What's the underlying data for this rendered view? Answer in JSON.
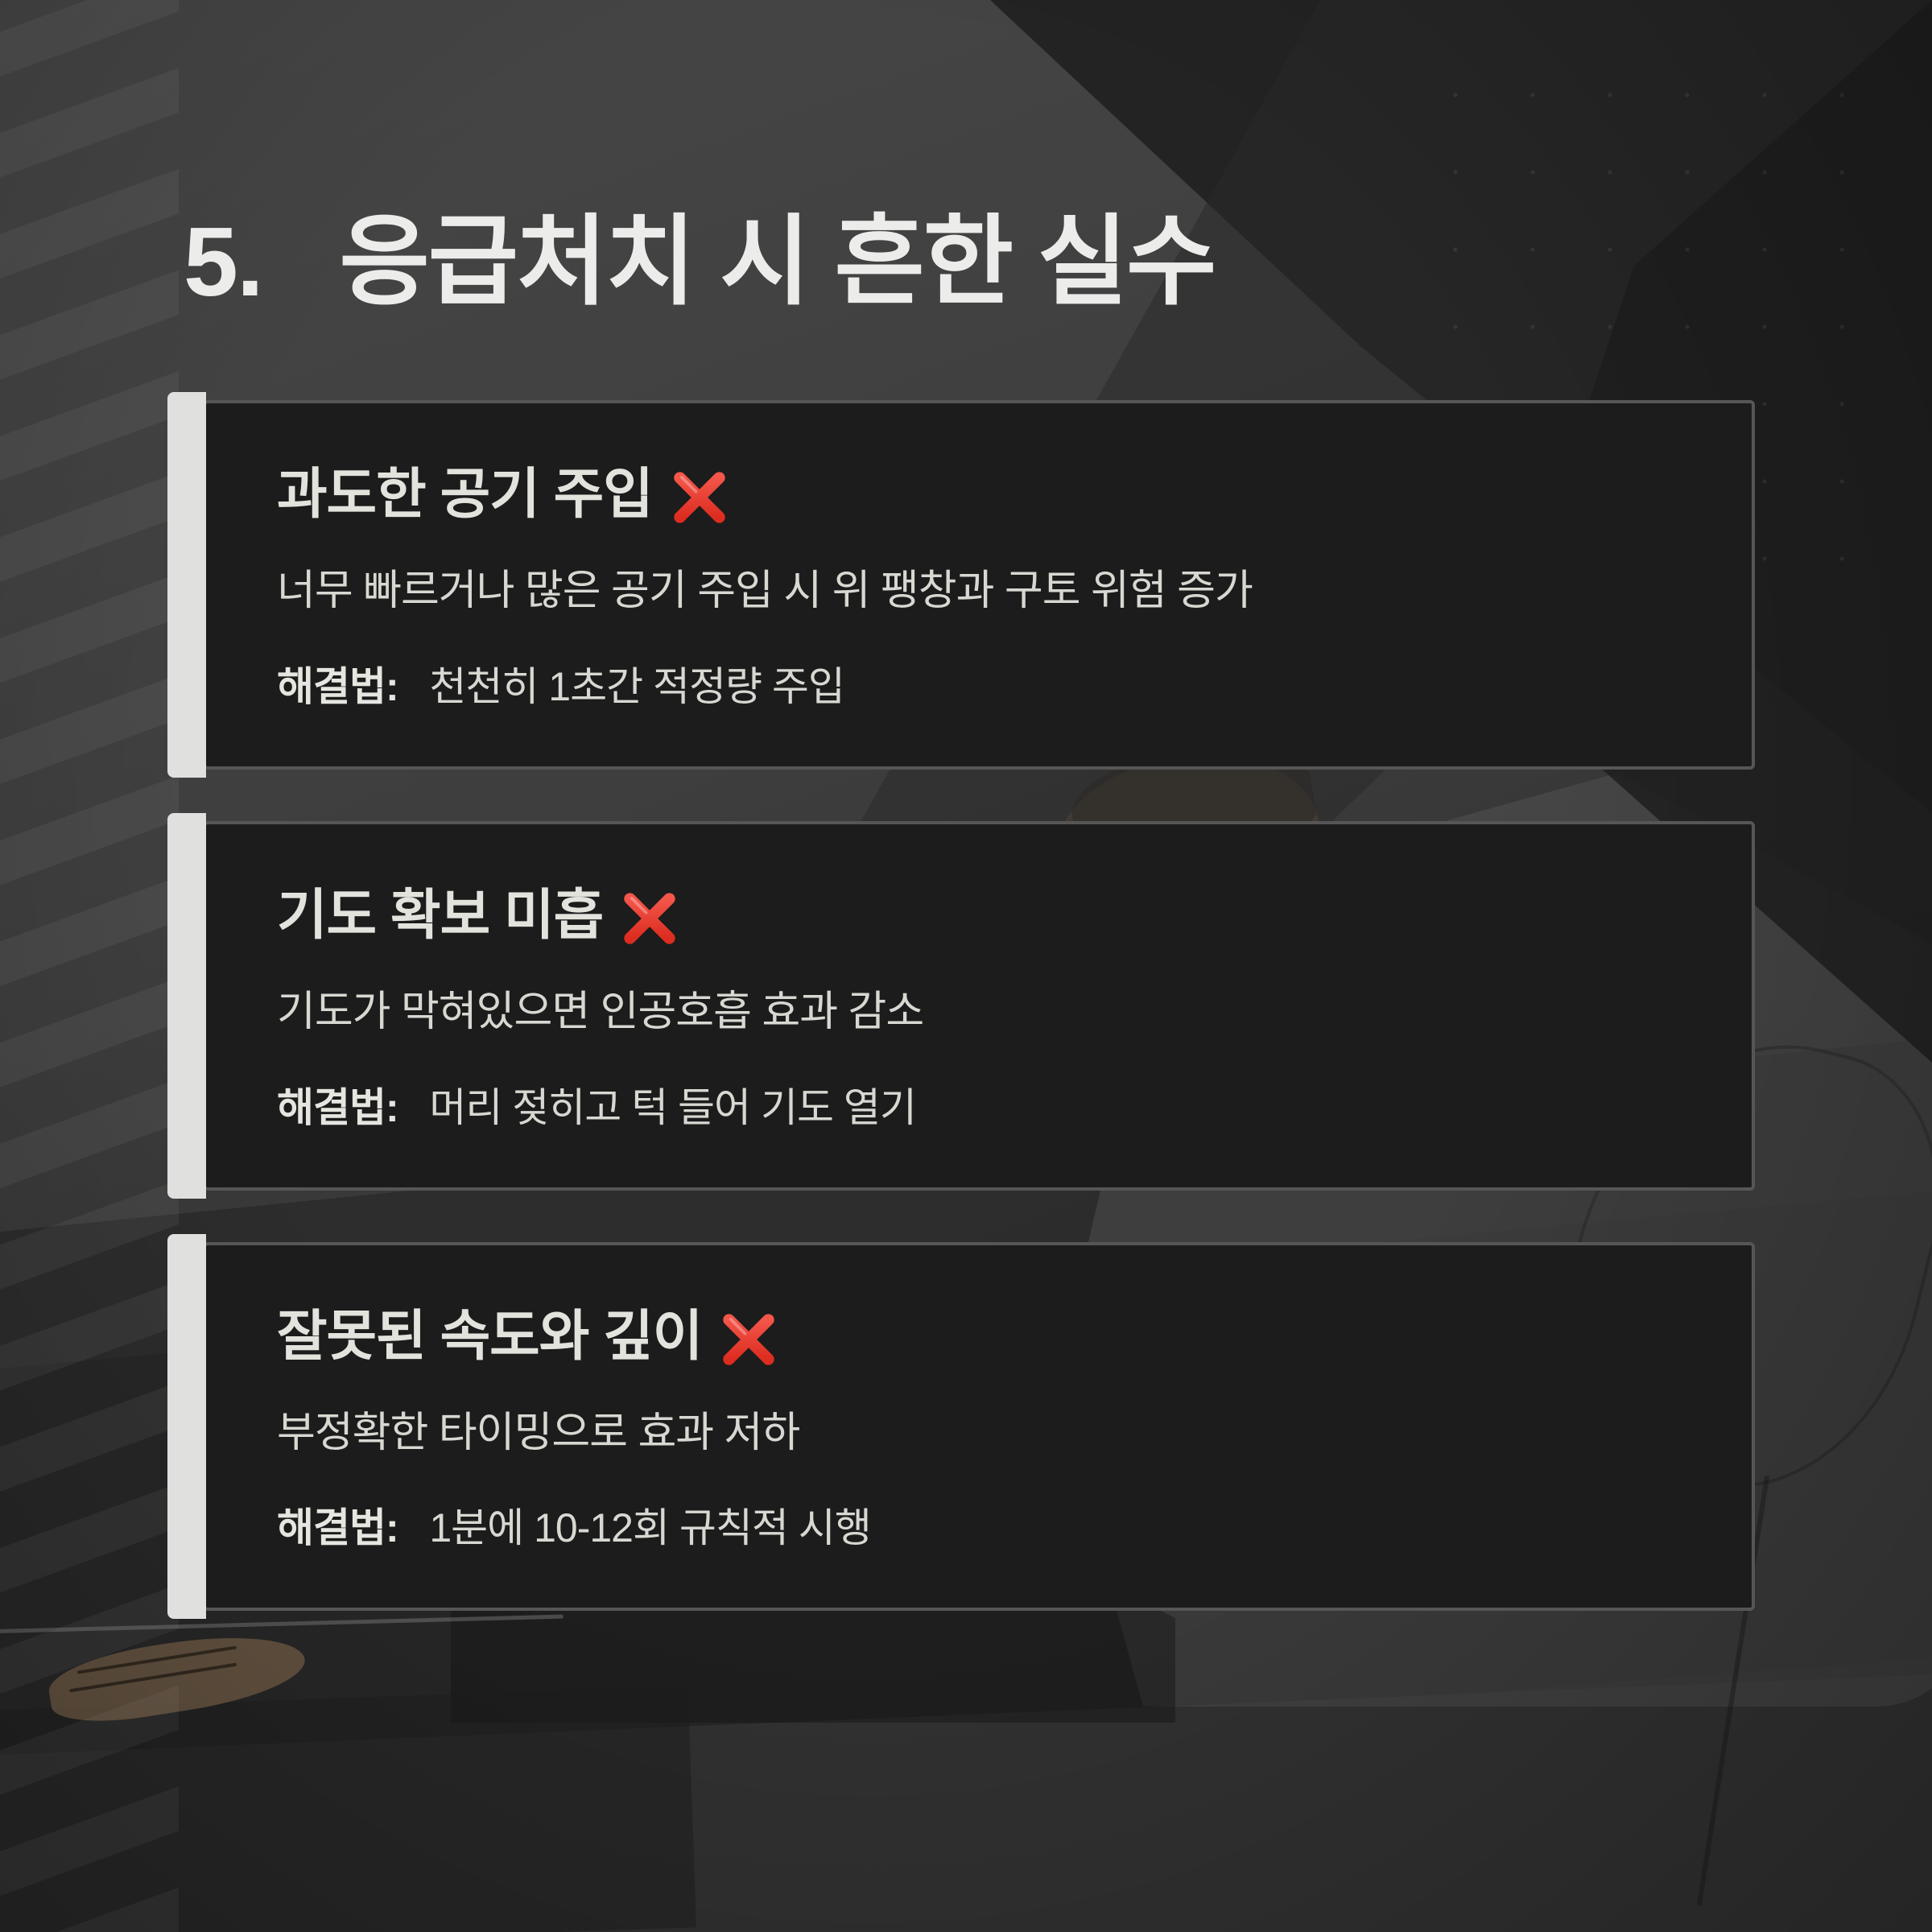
{
  "slide": {
    "title_number": "5.",
    "title_text": "응급처치 시 흔한 실수",
    "full_title": "5. 응급처치 시 흔한 실수"
  },
  "theme": {
    "background": "#3f3f3f",
    "card_background": "#1c1c1c",
    "card_border": "#565656",
    "accent_bar": "#e0e0de",
    "title_color": "#ececea",
    "body_color": "#d8d8d2",
    "x_mark_color": "#ef3e33"
  },
  "solution_label": "해결법:",
  "x_icon_name": "red-cross-mark",
  "cards": [
    {
      "title": "과도한 공기 주입",
      "mark": "❌",
      "description": "너무 빠르거나 많은 공기 주입 시 위 팽창과 구토 위험 증가",
      "solution_label": "해결법:",
      "solution": "천천히 1초간 적정량 주입"
    },
    {
      "title": "기도 확보 미흡",
      "mark": "❌",
      "description": "기도가 막혀있으면 인공호흡 효과 감소",
      "solution_label": "해결법:",
      "solution": "머리 젖히고 턱 들어 기도 열기"
    },
    {
      "title": "잘못된 속도와 깊이",
      "mark": "❌",
      "description": "부정확한 타이밍으로 효과 저하",
      "solution_label": "해결법:",
      "solution": "1분에 10-12회 규칙적 시행"
    }
  ]
}
